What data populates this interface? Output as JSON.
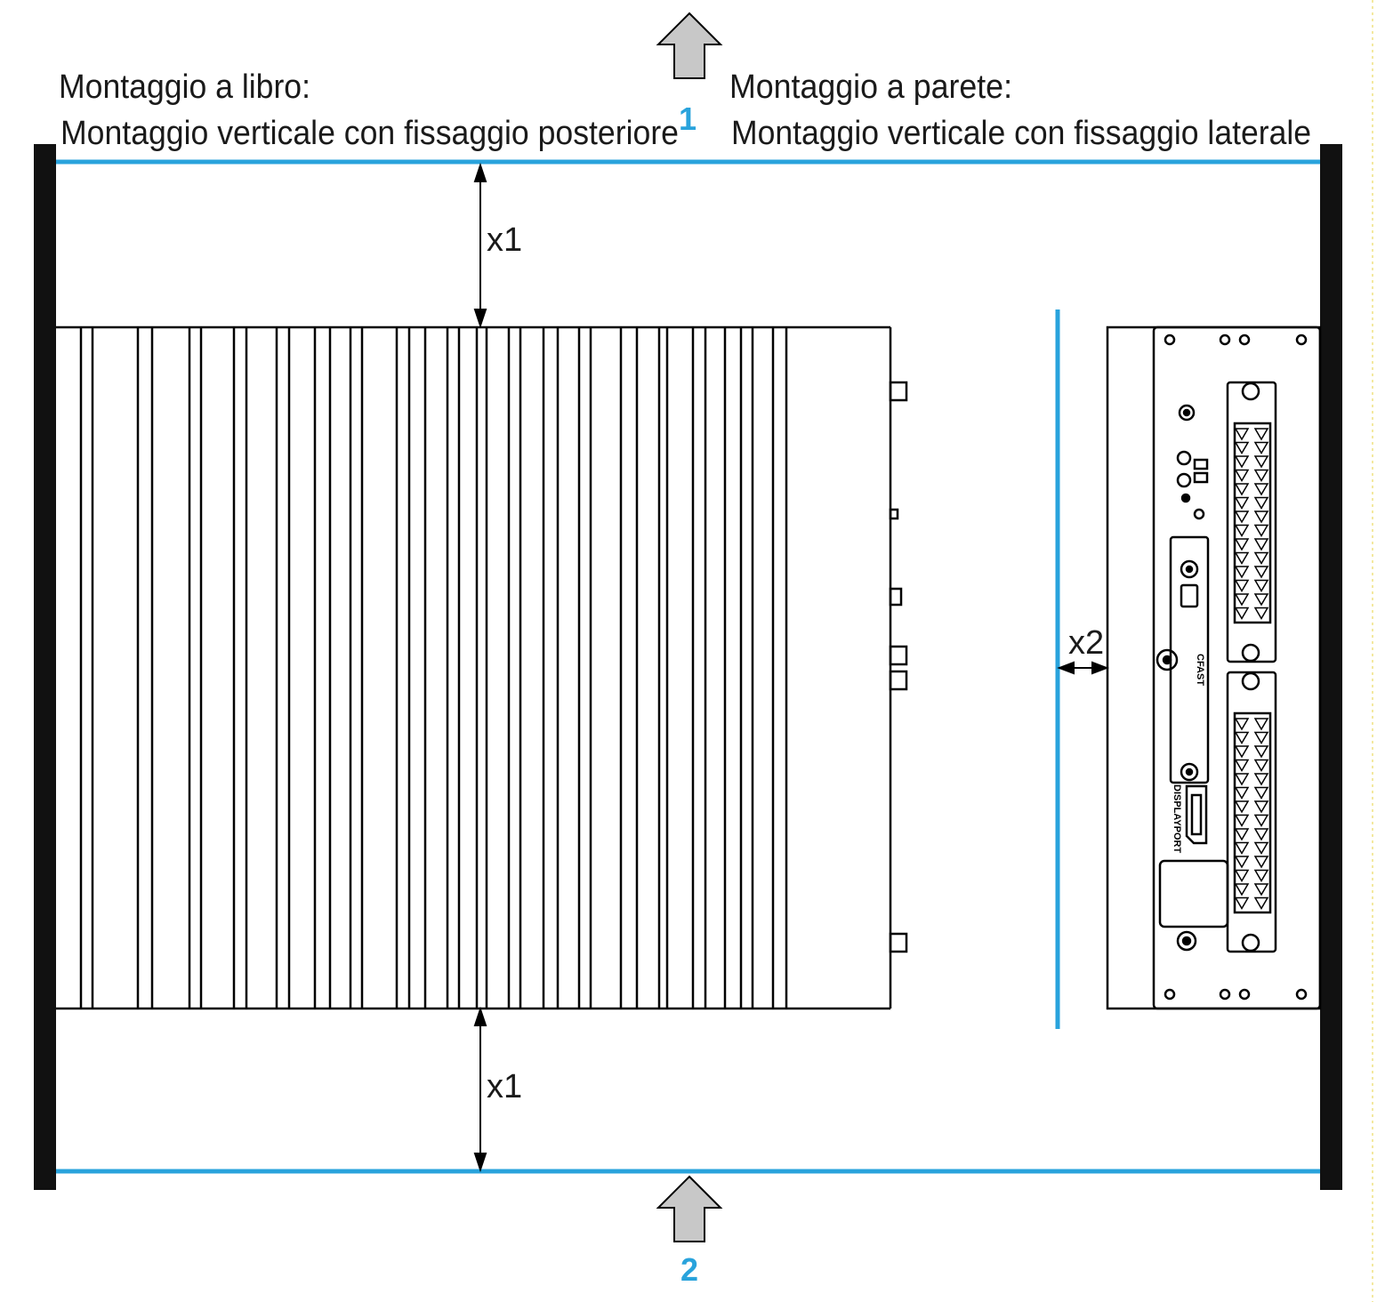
{
  "labels": {
    "book_mount_title": "Montaggio a libro:",
    "book_mount_desc": "Montaggio verticale con fissaggio posteriore",
    "wall_mount_title": "Montaggio a parete:",
    "wall_mount_desc": "Montaggio verticale con fissaggio laterale",
    "clearance_top": "x1",
    "clearance_bottom": "x1",
    "clearance_side": "x2",
    "airflow_out": "1",
    "airflow_in": "2"
  },
  "device": {
    "port_label_cfast": "CFAST",
    "port_label_displayport": "DISPLAYPORT"
  },
  "colors": {
    "accent": "#29A3DC",
    "arrow_fill": "#C8C8C8",
    "rail": "#111111",
    "stroke": "#000000"
  }
}
